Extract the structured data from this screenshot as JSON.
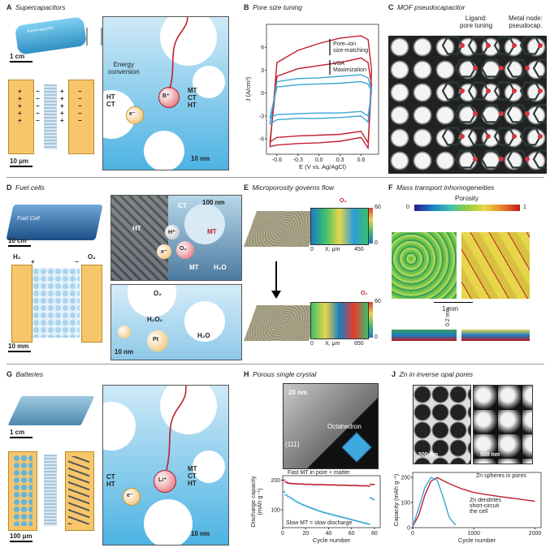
{
  "panels": {
    "A": {
      "letter": "A",
      "title": "Supercapacitors",
      "scale_top": "1 cm",
      "scale_bottom": "10 μm",
      "scale_zoom": "10 nm",
      "energy": "Energy\nconversion",
      "ht_ct_left": "HT\nCT",
      "mt_ct_ht": "MT\nCT\nHT",
      "electron": "e⁻",
      "ion": "B⁺",
      "device_text": "Supercapacitor"
    },
    "B": {
      "letter": "B",
      "title": "Pore size tuning",
      "xlabel": "E (V vs. Ag/AgCl)",
      "ylabel": "J (A/cm³)",
      "ann1": "Pore–ion\nsize-matching",
      "ann2": "VSA\nMaximization"
    },
    "C": {
      "letter": "C",
      "title": "MOF pseudocapacitor",
      "ligand": "Ligand:\npore tuning",
      "metal": "Metal node:\npseudocap."
    },
    "D": {
      "letter": "D",
      "title": "Fuel cells",
      "scale_top": "10 cm",
      "scale_bottom": "10 mm",
      "scale_zoom1": "100 nm",
      "scale_zoom2": "10 nm",
      "h2": "H₂",
      "o2": "O₂",
      "plus": "+",
      "minus": "−",
      "device_text": "Fuel Cell",
      "ct": "CT",
      "ht": "HT",
      "hplus": "H⁺",
      "electron": "e⁻",
      "o2_ball": "O₂",
      "mt": "MT",
      "mt2": "MT",
      "h2o": "H₂O",
      "o2b": "O₂",
      "h2o2": "H₂O₂",
      "pt": "Pt",
      "h2ob": "H₂O"
    },
    "E": {
      "letter": "E",
      "title": "Microporosity governs flow",
      "o2": "O₂",
      "o2b": "O₂",
      "cb_top": "60",
      "cb_bot": "0",
      "cb_top2": "60",
      "cb_bot2": "0",
      "x0": "0",
      "xmid": "X, μm",
      "x1": "450",
      "x0b": "0",
      "xmidb": "X, μm",
      "x1b": "650"
    },
    "F": {
      "letter": "F",
      "title": "Mass transport inhomogeneities",
      "porosity": "Porosity",
      "p0": "0",
      "p1": "1",
      "scale_h": "1 mm",
      "scale_v": "0.2 mm"
    },
    "G": {
      "letter": "G",
      "title": "Batteries",
      "scale_top": "1 cm",
      "scale_bottom": "100 μm",
      "scale_zoom": "10 nm",
      "ct_ht": "CT\nHT",
      "mt_ct_ht": "MT\nCT\nHT",
      "ion": "Li⁺",
      "electron": "e⁻"
    },
    "H": {
      "letter": "H",
      "title": "Porous single crystal",
      "scale": "20 nm",
      "facet": "(111)",
      "octa": "Octahedron",
      "fast": "Fast MT in pore + matter",
      "slow": "Slow MT = slow discharge"
    },
    "J": {
      "letter": "J",
      "title": "Zn in inverse opal pores",
      "scale1": "500 nm",
      "scale2": "500 nm",
      "zn_sph": "Zn spheres in pores",
      "zn_den": "Zn dendrites\nshort-circuit\nthe cell"
    }
  },
  "chart_data": [
    {
      "type": "line",
      "title": "Pore size tuning",
      "xlabel": "E (V vs. Ag/AgCl)",
      "ylabel": "J (A/cm³)",
      "xlim": [
        -0.75,
        0.85
      ],
      "ylim": [
        -8,
        9
      ],
      "xticks": [
        "-0.6",
        "-0.3",
        "0.0",
        "0.3",
        "0.6"
      ],
      "yticks": [
        "6",
        "3",
        "0",
        "-3",
        "-6"
      ],
      "series": [
        {
          "color": "#c0202f",
          "x": [
            -0.7,
            -0.6,
            -0.3,
            0.0,
            0.3,
            0.6,
            0.7,
            0.75,
            0.7,
            0.6,
            0.3,
            0.0,
            -0.3,
            -0.6,
            -0.7
          ],
          "y": [
            -7.0,
            4.0,
            5.6,
            6.5,
            7.2,
            7.5,
            7.0,
            3.0,
            -7.2,
            -5.8,
            -6.3,
            -6.5,
            -6.6,
            -6.8,
            -7.0
          ]
        },
        {
          "color": "#c0202f",
          "x": [
            -0.7,
            -0.6,
            -0.3,
            0.0,
            0.3,
            0.6,
            0.7,
            0.75,
            0.7,
            0.6,
            0.3,
            0.0,
            -0.3,
            -0.6,
            -0.7
          ],
          "y": [
            -6.4,
            2.2,
            3.2,
            3.6,
            4.0,
            4.6,
            4.0,
            1.0,
            -6.5,
            -5.0,
            -5.4,
            -5.5,
            -5.6,
            -5.8,
            -6.4
          ]
        },
        {
          "color": "#3aa7d6",
          "x": [
            -0.7,
            -0.6,
            -0.3,
            0.0,
            0.3,
            0.6,
            0.7,
            0.75,
            0.7,
            0.6,
            0.3,
            0.0,
            -0.3,
            -0.6,
            -0.7
          ],
          "y": [
            -4.0,
            1.5,
            1.9,
            2.0,
            2.2,
            2.4,
            2.0,
            0.5,
            -3.8,
            -3.0,
            -3.2,
            -3.3,
            -3.3,
            -3.5,
            -4.0
          ]
        },
        {
          "color": "#3aa7d6",
          "x": [
            -0.7,
            -0.6,
            -0.3,
            0.0,
            0.3,
            0.6,
            0.7,
            0.75,
            0.7,
            0.6,
            0.3,
            0.0,
            -0.3,
            -0.6,
            -0.7
          ],
          "y": [
            -3.2,
            0.8,
            1.1,
            1.2,
            1.3,
            1.5,
            1.2,
            0.2,
            -3.0,
            -2.4,
            -2.6,
            -2.6,
            -2.7,
            -2.8,
            -3.2
          ]
        }
      ]
    },
    {
      "type": "scatter",
      "title": "Porous single crystal",
      "xlabel": "Cycle number",
      "ylabel": "Discharge capacity\n(mAh g⁻¹)",
      "xlim": [
        0,
        85
      ],
      "ylim": [
        40,
        215
      ],
      "xticks": [
        "0",
        "20",
        "40",
        "60",
        "80"
      ],
      "yticks": [
        "200",
        "100"
      ],
      "series": [
        {
          "color": "#c0202f",
          "x": [
            1,
            3,
            5,
            7,
            9,
            11,
            13,
            15,
            17,
            19,
            21,
            23,
            25,
            27,
            29,
            31,
            33,
            35,
            37,
            39,
            41,
            43,
            45,
            47,
            49,
            51,
            53,
            55,
            57,
            59,
            61,
            63,
            65,
            67,
            69,
            71,
            73,
            75,
            77,
            79
          ],
          "y": [
            200,
            193,
            190,
            189,
            188,
            188,
            187,
            187,
            187,
            186,
            186,
            186,
            186,
            185,
            185,
            185,
            185,
            185,
            184,
            184,
            184,
            184,
            184,
            183,
            183,
            183,
            183,
            183,
            182,
            182,
            182,
            182,
            182,
            181,
            181,
            181,
            181,
            180,
            186,
            185
          ]
        },
        {
          "color": "#3aa7d6",
          "x": [
            1,
            3,
            5,
            7,
            9,
            11,
            13,
            15,
            17,
            19,
            21,
            23,
            25,
            27,
            29,
            31,
            33,
            35,
            37,
            39,
            41,
            43,
            45,
            47,
            49,
            51,
            53,
            55,
            57,
            59,
            61,
            63,
            65,
            67,
            69,
            71,
            73,
            75,
            77,
            79
          ],
          "y": [
            160,
            150,
            145,
            140,
            135,
            130,
            126,
            122,
            118,
            115,
            112,
            109,
            106,
            103,
            100,
            97,
            95,
            92,
            90,
            88,
            86,
            84,
            82,
            80,
            78,
            76,
            74,
            72,
            70,
            68,
            66,
            64,
            62,
            60,
            58,
            56,
            54,
            52,
            140,
            135
          ]
        }
      ]
    },
    {
      "type": "line",
      "title": "Zn in inverse opal pores",
      "xlabel": "Cycle number",
      "ylabel": "Capacity (mAh g⁻¹)",
      "xlim": [
        0,
        2100
      ],
      "ylim": [
        0,
        220
      ],
      "xticks": [
        "0",
        "1000",
        "2000"
      ],
      "yticks": [
        "200",
        "100",
        "0"
      ],
      "series": [
        {
          "color": "#c0202f",
          "x": [
            0,
            100,
            200,
            300,
            400,
            600,
            800,
            1000,
            1200,
            1400,
            1600,
            1800,
            2000
          ],
          "y": [
            5,
            50,
            130,
            185,
            200,
            175,
            155,
            140,
            132,
            125,
            118,
            112,
            105
          ]
        },
        {
          "color": "#3aa7d6",
          "x": [
            0,
            100,
            200,
            300,
            400,
            500,
            600,
            700
          ],
          "y": [
            5,
            80,
            160,
            200,
            190,
            120,
            40,
            10
          ]
        }
      ]
    }
  ]
}
